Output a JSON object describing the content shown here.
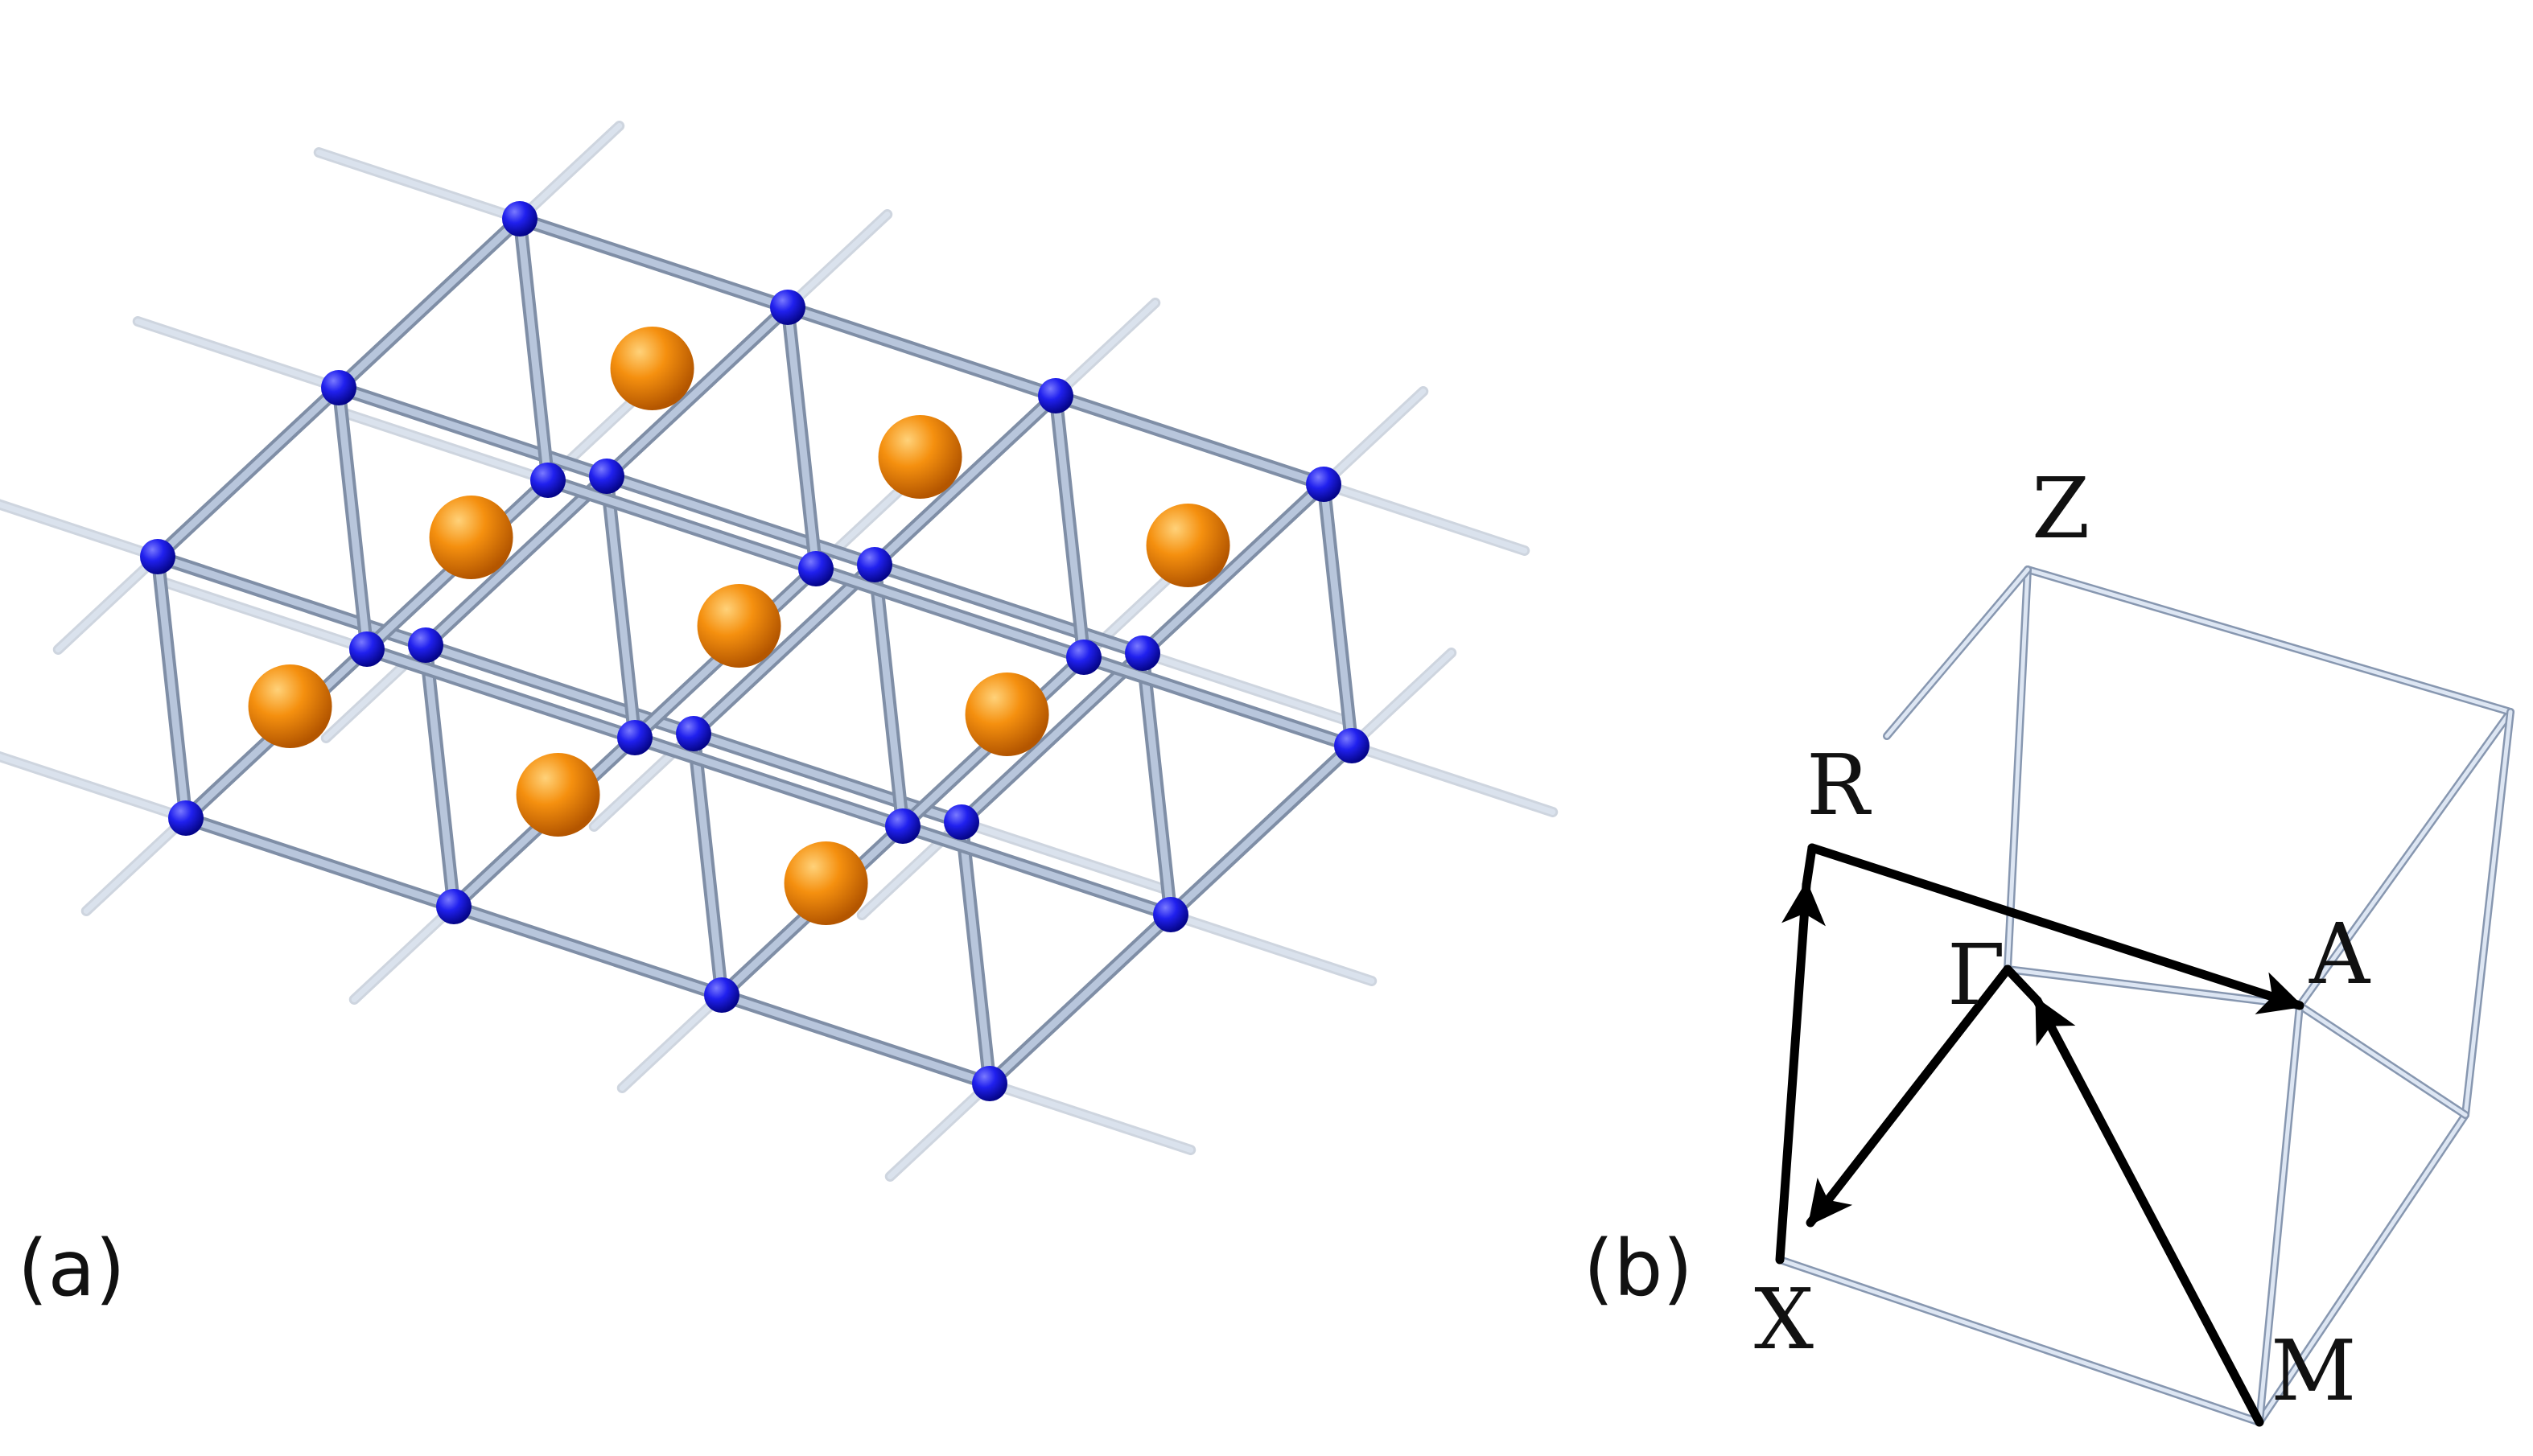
{
  "panel_a": {
    "label": "(a)"
  },
  "panel_b": {
    "label": "(b)",
    "points": {
      "Z": "Z",
      "R": "R",
      "A": "A",
      "Gamma": "Γ",
      "X": "X",
      "M": "M"
    }
  },
  "colors": {
    "rod": "#b8c6dc",
    "blue_atom": "#1414e6",
    "orange_atom": "#f28a10",
    "path": "#000000"
  }
}
